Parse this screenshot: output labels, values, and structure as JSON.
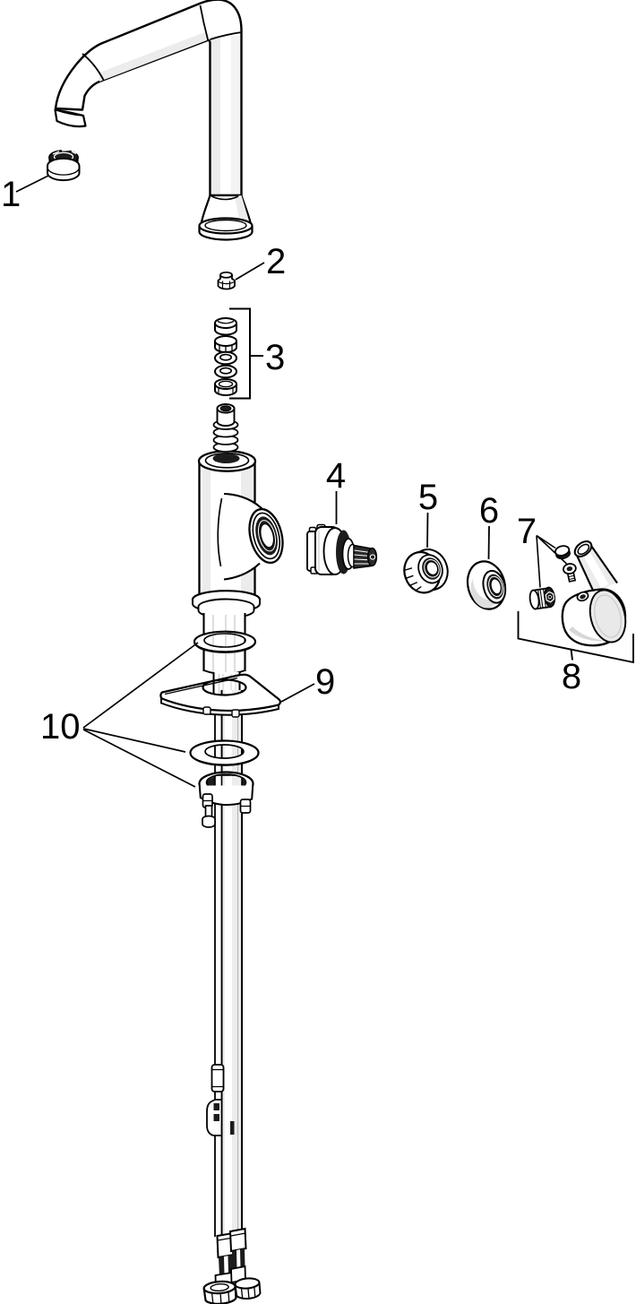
{
  "figure": {
    "type": "exploded-parts-diagram",
    "background_color": "#ffffff",
    "line_color": "#000000",
    "shade_light": "#ececec",
    "shade_mid": "#d8d8d8",
    "dark_fill": "#1c1c1c",
    "parts": [
      {
        "label": "1"
      },
      {
        "label": "2"
      },
      {
        "label": "3"
      },
      {
        "label": "4"
      },
      {
        "label": "5"
      },
      {
        "label": "6"
      },
      {
        "label": "7"
      },
      {
        "label": "8"
      },
      {
        "label": "9"
      },
      {
        "label": "10"
      }
    ]
  }
}
